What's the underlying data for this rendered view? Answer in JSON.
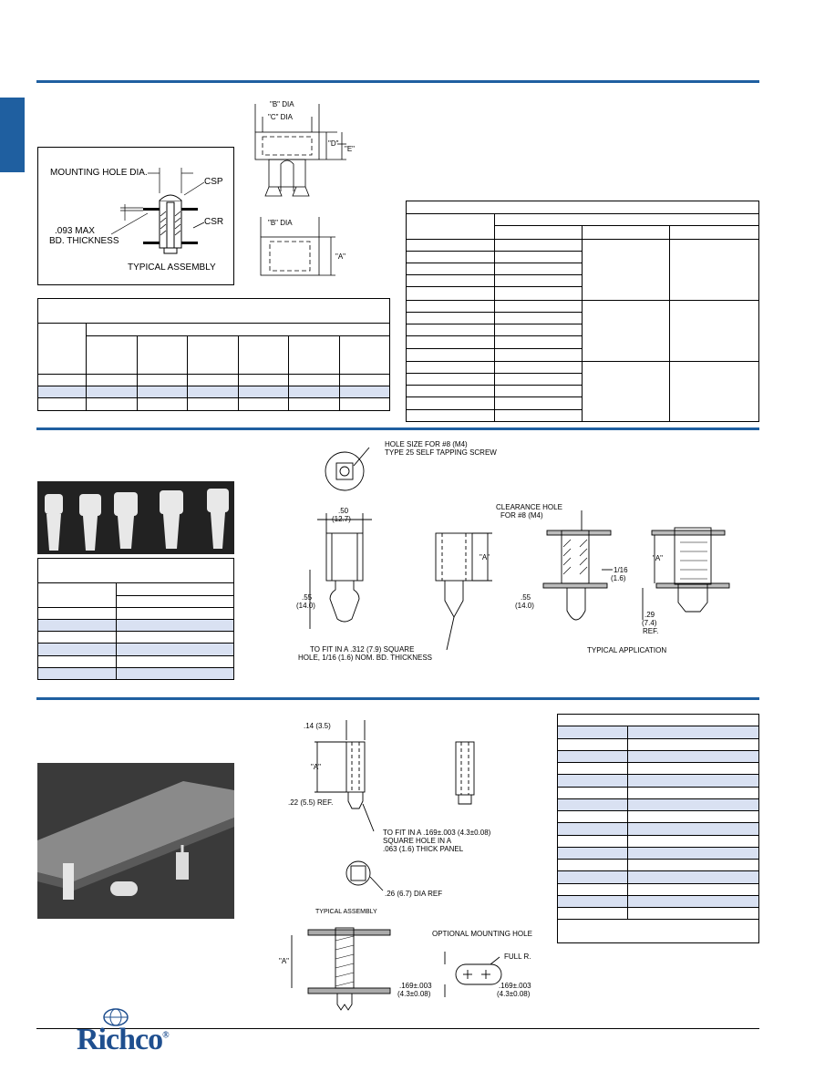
{
  "colors": {
    "accent": "#1f5fa0",
    "shade": "#d9e1f2",
    "logo": "#1f4f8f"
  },
  "section1": {
    "assembly": {
      "mounting_hole_dia": "MOUNTING HOLE DIA.",
      "csp": "CSP",
      "max_bd_thickness": ".093 MAX",
      "bd_thickness": "BD. THICKNESS",
      "csr": "CSR",
      "typical_assembly": "TYPICAL ASSEMBLY"
    },
    "dims": {
      "b_dia": "\"B\" DIA",
      "c_dia": "\"C\" DIA",
      "d": "\"D\"",
      "e": "\"E\"",
      "b_dia_2": "\"B\" DIA",
      "a": "\"A\""
    }
  },
  "section2": {
    "hole_size_line1": "HOLE SIZE FOR #8 (M4)",
    "hole_size_line2": "TYPE 25 SELF TAPPING SCREW",
    "dim_50": ".50",
    "dim_50_mm": "(12.7)",
    "dim_55": ".55",
    "dim_55_mm": "(14.0)",
    "a_label": "\"A\"",
    "clearance_line1": "CLEARANCE HOLE",
    "clearance_line2": "FOR #8 (M4)",
    "dim_116": "1/16",
    "dim_116_mm": "(1.6)",
    "dim_55b": ".55",
    "dim_55b_mm": "(14.0)",
    "a_label_2": "\"A\"",
    "dim_29": ".29",
    "dim_29_mm": "(7.4)",
    "ref": "REF.",
    "fit_line1": "TO FIT IN A .312 (7.9) SQUARE",
    "fit_line2": "HOLE, 1/16 (1.6) NOM. BD. THICKNESS",
    "typical_application": "TYPICAL APPLICATION"
  },
  "section3": {
    "dim_14": ".14 (3.5)",
    "a_label": "\"A\"",
    "dim_22": ".22 (5.5) REF.",
    "fit_line1": "TO FIT IN A .169±.003 (4.3±0.08)",
    "fit_line2": "SQUARE HOLE IN A",
    "fit_line3": ".063 (1.6) THICK PANEL",
    "dim_26": ".26 (6.7) DIA REF",
    "typical_assembly": "TYPICAL ASSEMBLY",
    "optional_hole": "OPTIONAL MOUNTING HOLE",
    "full_r": "FULL R.",
    "a_label_2": "\"A\"",
    "dim_169_left": ".169±.003",
    "dim_169_left_mm": "(4.3±0.08)",
    "dim_169_right": ".169±.003",
    "dim_169_right_mm": "(4.3±0.08)"
  },
  "logo": {
    "text": "Richco",
    "reg": "®"
  }
}
